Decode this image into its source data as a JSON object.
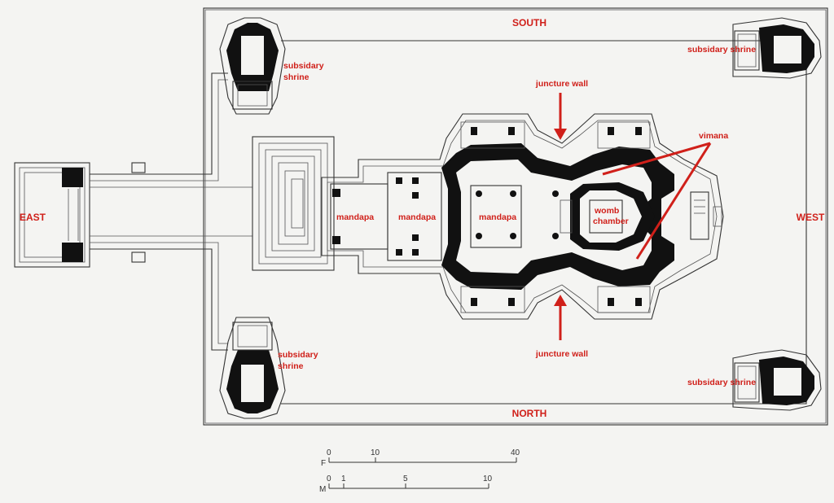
{
  "compass": {
    "south": "SOUTH",
    "north": "NORTH",
    "east": "EAST",
    "west": "WEST"
  },
  "labels": {
    "subsidiary_shrine_nw_l1": "subsidary",
    "subsidiary_shrine_nw_l2": "shrine",
    "subsidiary_shrine_sw_l1": "subsidary",
    "subsidiary_shrine_sw_l2": "shrine",
    "subsidiary_shrine_ne": "subsidary shrine",
    "subsidiary_shrine_se": "subsidary shrine",
    "juncture_wall_top": "juncture wall",
    "juncture_wall_bottom": "juncture wall",
    "vimana": "vimana",
    "womb_l1": "womb",
    "womb_l2": "chamber",
    "mandapa_1": "mandapa",
    "mandapa_2": "mandapa",
    "mandapa_3": "mandapa"
  },
  "scale": {
    "feet_unit": "F",
    "feet_ticks": [
      "0",
      "10",
      "40"
    ],
    "meter_unit": "M",
    "meter_ticks": [
      "0",
      "1",
      "5",
      "10"
    ]
  },
  "colors": {
    "label_red": "#d0201a",
    "ink": "#111111",
    "paper": "#f4f4f2"
  }
}
